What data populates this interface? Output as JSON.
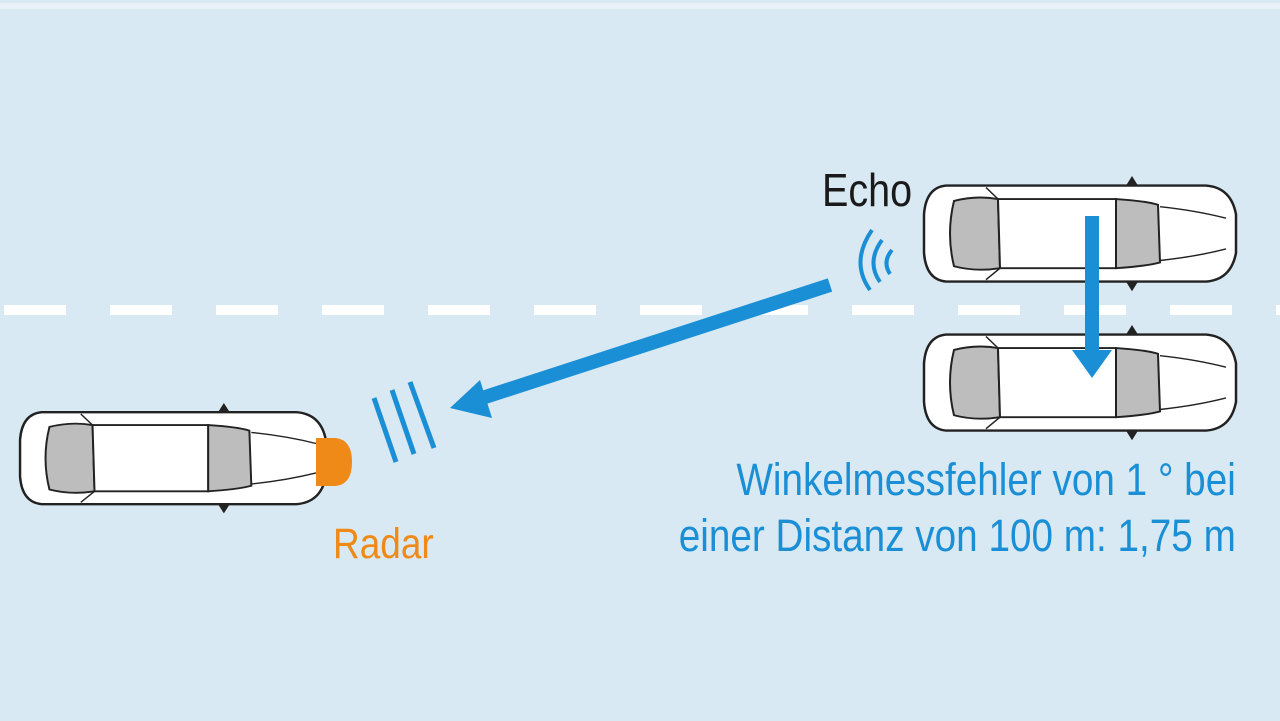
{
  "labels": {
    "echo": "Echo",
    "radar": "Radar",
    "error_line1": "Winkelmessfehler von 1 ° bei",
    "error_line2": "einer Distanz von 100 m: 1,75 m"
  },
  "colors": {
    "background": "#d8e9f3",
    "accent_blue": "#1b8fd6",
    "radar_orange": "#ef8a18",
    "lane_marking": "#ffffff",
    "car_body": "#ffffff",
    "car_outline": "#222222",
    "car_glass": "#bdbdbd"
  },
  "icons": {
    "radar_waves": "radar-waves-icon",
    "echo_waves": "echo-waves-icon"
  }
}
